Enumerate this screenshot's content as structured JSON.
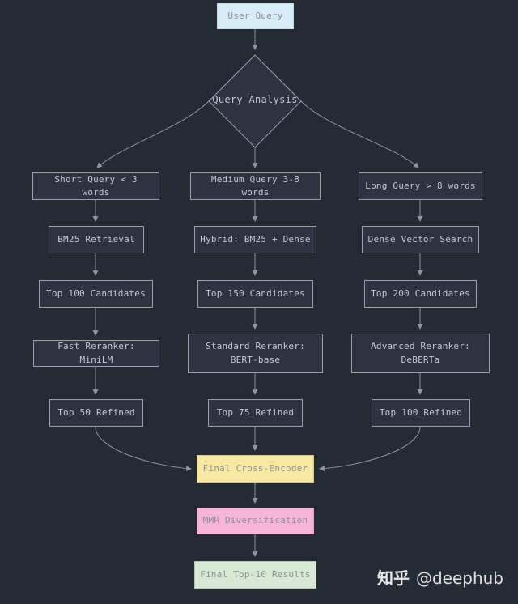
{
  "flow": {
    "start": {
      "label": "User Query"
    },
    "decision": {
      "label": "Query Analysis"
    },
    "branches": [
      {
        "condition": "Short Query < 3 words",
        "retrieval": "BM25 Retrieval",
        "candidates": "Top 100 Candidates",
        "reranker": "Fast Reranker: MiniLM",
        "refined": "Top 50 Refined"
      },
      {
        "condition": "Medium Query 3-8 words",
        "retrieval": "Hybrid: BM25 + Dense",
        "candidates": "Top 150 Candidates",
        "reranker": "Standard Reranker: BERT-base",
        "refined": "Top 75 Refined"
      },
      {
        "condition": "Long Query > 8 words",
        "retrieval": "Dense Vector Search",
        "candidates": "Top 200 Candidates",
        "reranker": "Advanced Reranker: DeBERTa",
        "refined": "Top 100 Refined"
      }
    ],
    "finals": [
      {
        "label": "Final Cross-Encoder",
        "color": "#f8e9a2"
      },
      {
        "label": "MMR Diversification",
        "color": "#f7b6d8"
      },
      {
        "label": "Final Top-10 Results",
        "color": "#d7e9d5"
      }
    ]
  },
  "colors": {
    "background": "#262a33",
    "node_fill": "#2d3340",
    "node_border": "#97a1ae",
    "node_text": "#c3cad4",
    "edge": "#8b95a2",
    "start_fill": "#d8ecf8"
  },
  "watermark": {
    "brand": "知乎",
    "handle": "@deephub"
  }
}
